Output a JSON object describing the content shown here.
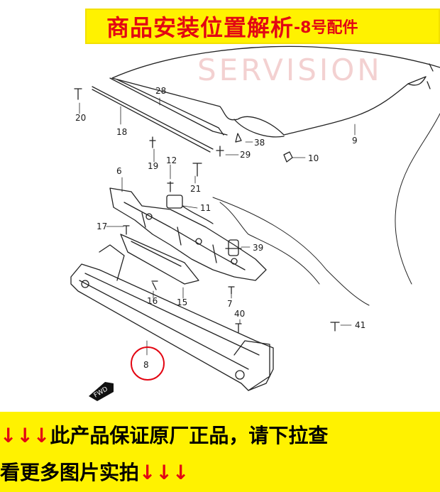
{
  "banner": {
    "title": "商品安装位置解析",
    "subtitle": "-8号配件",
    "watermark": "SERVISION"
  },
  "parts": [
    {
      "num": "28"
    },
    {
      "num": "20"
    },
    {
      "num": "18"
    },
    {
      "num": "19"
    },
    {
      "num": "12"
    },
    {
      "num": "21"
    },
    {
      "num": "6"
    },
    {
      "num": "11"
    },
    {
      "num": "17"
    },
    {
      "num": "39"
    },
    {
      "num": "16"
    },
    {
      "num": "15"
    },
    {
      "num": "7"
    },
    {
      "num": "40"
    },
    {
      "num": "41"
    },
    {
      "num": "8"
    },
    {
      "num": "38"
    },
    {
      "num": "29"
    },
    {
      "num": "10"
    },
    {
      "num": "9"
    }
  ],
  "fwd_label": "FWD",
  "footer": {
    "arrows_left": "↓↓↓",
    "line1_text": "此产品保证原厂正品，请下拉查",
    "line2_text": "看更多图片实拍",
    "arrows_right": "↓↓↓"
  },
  "colors": {
    "banner_bg": "#fff200",
    "banner_text": "#e30613",
    "highlight_circle": "#e30613"
  }
}
